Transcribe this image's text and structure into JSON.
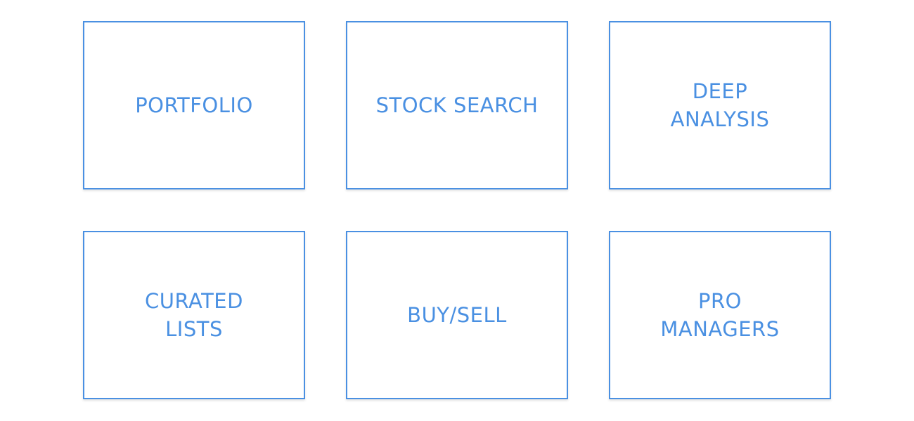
{
  "accent_color": "#4a90e2",
  "tiles": [
    {
      "label": "PORTFOLIO"
    },
    {
      "label": "STOCK SEARCH"
    },
    {
      "label": "DEEP\nANALYSIS"
    },
    {
      "label": "CURATED\nLISTS"
    },
    {
      "label": "BUY/SELL"
    },
    {
      "label": "PRO\nMANAGERS"
    }
  ]
}
